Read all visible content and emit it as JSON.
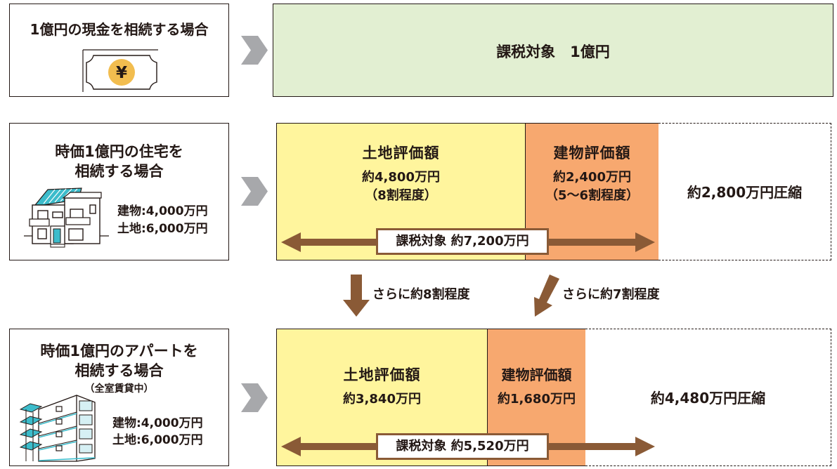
{
  "colors": {
    "land": "#fff59d",
    "building": "#f7a86f",
    "taxable_cash": "#e2efd2",
    "arrow": "#8a5a36",
    "chevron": "#a7a8ab",
    "accent_teal": "#3cbccb",
    "coin": "#f2bd4f"
  },
  "icons": {
    "chevron": "chevron-right-icon",
    "banknote": "yen-banknote-icon",
    "house": "house-icon",
    "apartment": "apartment-building-icon",
    "double_arrow": "double-arrow-icon",
    "down_arrow": "down-arrow-icon",
    "diagonal_arrow": "down-left-arrow-icon"
  },
  "cash_case": {
    "title": "1億円の現金を相続する場合",
    "yen_symbol": "¥",
    "taxable": "課税対象　1億円"
  },
  "house_case": {
    "title_line1": "時価1億円の住宅を",
    "title_line2": "相続する場合",
    "building_value": "建物:4,000万円",
    "land_value": "土地:6,000万円",
    "land_label": "土地評価額",
    "land_amount": "約4,800万円",
    "land_ratio": "（8割程度）",
    "building_label": "建物評価額",
    "building_amount": "約2,400万円",
    "building_ratio": "（5〜6割程度）",
    "compression": "約2,800万円圧縮",
    "taxable": "課税対象 約7,200万円"
  },
  "reductions": {
    "land": "さらに約8割程度",
    "building": "さらに約7割程度"
  },
  "apartment_case": {
    "title_line1": "時価1億円のアパートを",
    "title_line2": "相続する場合",
    "subtitle": "（全室賃貸中）",
    "building_value": "建物:4,000万円",
    "land_value": "土地:6,000万円",
    "land_label": "土地評価額",
    "land_amount": "約3,840万円",
    "building_label": "建物評価額",
    "building_amount": "約1,680万円",
    "compression": "約4,480万円圧縮",
    "taxable": "課税対象 約5,520万円"
  }
}
